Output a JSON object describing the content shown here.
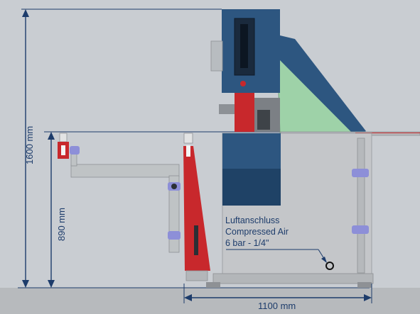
{
  "dimensions": {
    "total_height": "1600 mm",
    "working_height": "890 mm",
    "depth": "1100 mm"
  },
  "air_connection": {
    "line1": "Luftanschluss",
    "line2": "Compressed Air",
    "line3": "6 bar - 1/4\""
  },
  "colors": {
    "background": "#c9cdd2",
    "floor": "#b7babd",
    "dimension_line": "#1d3c6b",
    "housing_blue": "#2d5680",
    "housing_dark_blue": "#1f4266",
    "cabinet_grey": "#c4c6c9",
    "red_support": "#c8282c",
    "guard_green": "#9ed2a8",
    "arm_grey": "#bfc3c5",
    "clamp_purple": "#8d8fd8"
  }
}
